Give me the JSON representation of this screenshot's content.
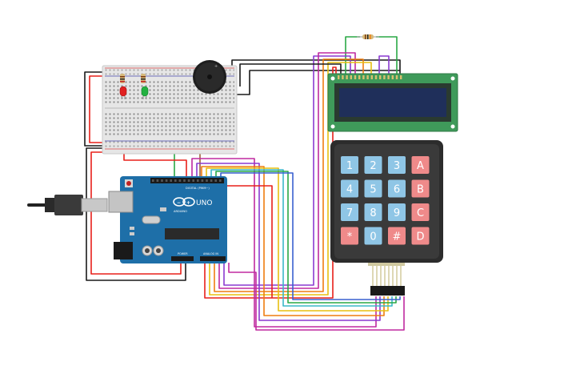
{
  "arduino": {
    "model_label": "UNO",
    "brand_label": "ARDUINO",
    "digital_label": "DIGITAL (PWM~)",
    "power_label": "POWER",
    "analog_label": "ANALOG IN",
    "board_color": "#1e6fa8"
  },
  "keypad": {
    "keys": [
      [
        "1",
        "2",
        "3",
        "A"
      ],
      [
        "4",
        "5",
        "6",
        "B"
      ],
      [
        "7",
        "8",
        "9",
        "C"
      ],
      [
        "*",
        "0",
        "#",
        "D"
      ]
    ],
    "digit_key_color": "#8fc6e6",
    "letter_key_color": "#ef8a8a",
    "body_color": "#2c2c2c"
  },
  "lcd": {
    "board_color": "#3f9a5a",
    "screen_color": "#1f2f5a"
  },
  "leds": [
    {
      "name": "red-led",
      "color": "#e02020"
    },
    {
      "name": "green-led",
      "color": "#22b040"
    }
  ],
  "wire_colors": {
    "red": "#e8201a",
    "black": "#1a1a1a",
    "green": "#2aa845",
    "brown": "#a0603a",
    "purple": "#8a3ad0",
    "magenta": "#c02aa0",
    "orange": "#ee7d10",
    "yellow": "#e8c010",
    "cyan": "#3ab8c8",
    "blue": "#3a60d0"
  }
}
